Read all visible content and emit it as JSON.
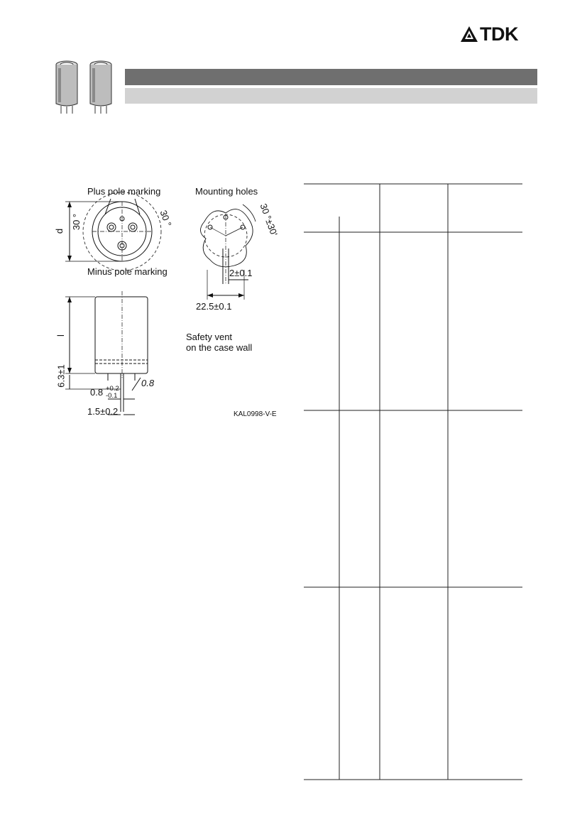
{
  "header": {
    "brand": "TDK",
    "brand_icon": "tdk-logo-icon",
    "title_band_color": "#6f6f6f",
    "subtitle_band_color": "#d2d2d2"
  },
  "drawing": {
    "plus_pole_label": "Plus pole marking",
    "minus_pole_label": "Minus pole marking",
    "mounting_holes_label": "Mounting holes",
    "angle_left": "30 °",
    "angle_right": "30 °",
    "angle_holes": "30 °±30'",
    "dim_d": "d",
    "dim_l": "l",
    "dim_hole_gap": "2±0.1",
    "dim_hole_spacing": "22.5±0.1",
    "safety_vent_line1": "Safety vent",
    "safety_vent_line2": "on the case wall",
    "dim_pin_length": "6.3±1",
    "dim_pin_width": "0.8",
    "dim_pin_tol_plus": "+0.2",
    "dim_pin_tol_minus": "-0.1",
    "dim_pin_angle": "0.8",
    "dim_pin_pitch": "1.5±0.2",
    "drawing_code": "KAL0998-V-E"
  }
}
